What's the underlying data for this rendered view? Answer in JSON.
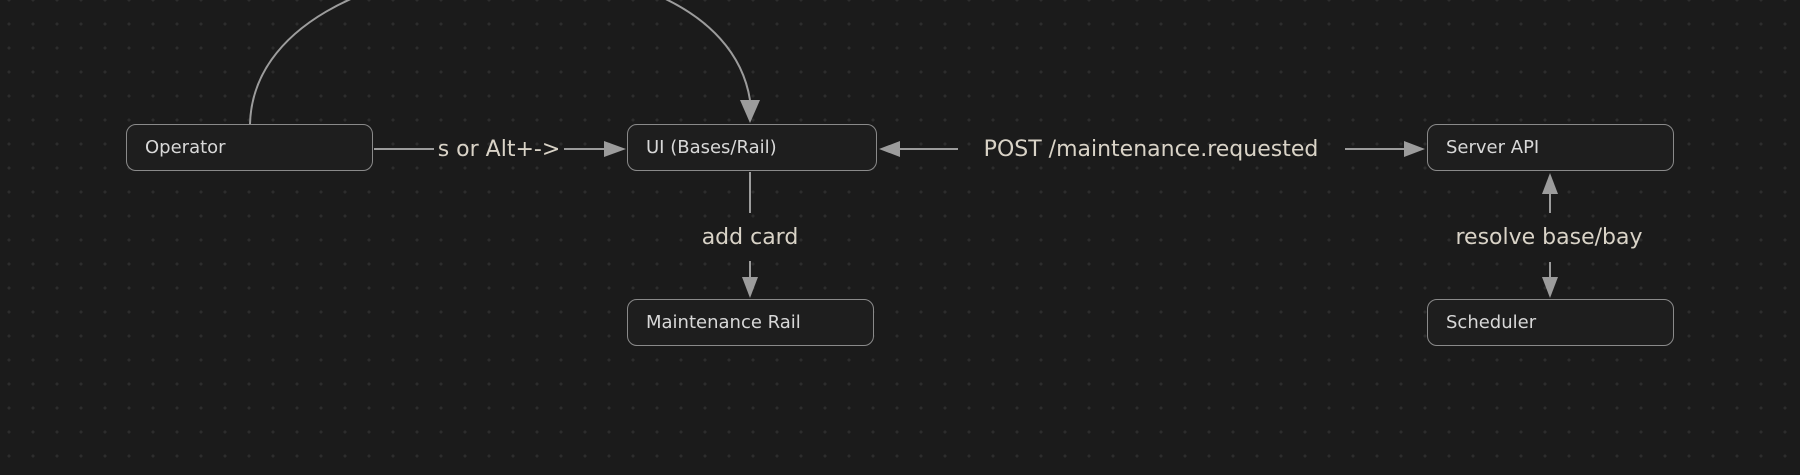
{
  "canvas": {
    "theme": "dark",
    "colors": {
      "background": "#1b1b1b",
      "grid_dot": "#2d2d2d",
      "node_fill": "#1e1e1e",
      "node_border": "#8a8a8a",
      "node_text": "#d8d8d8",
      "edge_stroke": "#9c9c9c",
      "edge_label_text": "#d9d3c7"
    }
  },
  "nodes": [
    {
      "id": "operator",
      "label": "Operator"
    },
    {
      "id": "ui",
      "label": "UI (Bases/Rail)"
    },
    {
      "id": "server-api",
      "label": "Server API"
    },
    {
      "id": "maintenance-rail",
      "label": "Maintenance Rail"
    },
    {
      "id": "scheduler",
      "label": "Scheduler"
    }
  ],
  "edges": [
    {
      "from": "operator",
      "to": "ui",
      "label": "",
      "arrow": "to",
      "shape": "curved-over-top"
    },
    {
      "from": "operator",
      "to": "ui",
      "label": "s or Alt+->",
      "arrow": "to",
      "shape": "horizontal"
    },
    {
      "from": "ui",
      "to": "server-api",
      "label": "POST /maintenance.requested",
      "arrow": "both",
      "shape": "horizontal"
    },
    {
      "from": "ui",
      "to": "maintenance-rail",
      "label": "add card",
      "arrow": "to",
      "shape": "vertical"
    },
    {
      "from": "server-api",
      "to": "scheduler",
      "label": "resolve base/bay",
      "arrow": "both",
      "shape": "vertical"
    }
  ]
}
